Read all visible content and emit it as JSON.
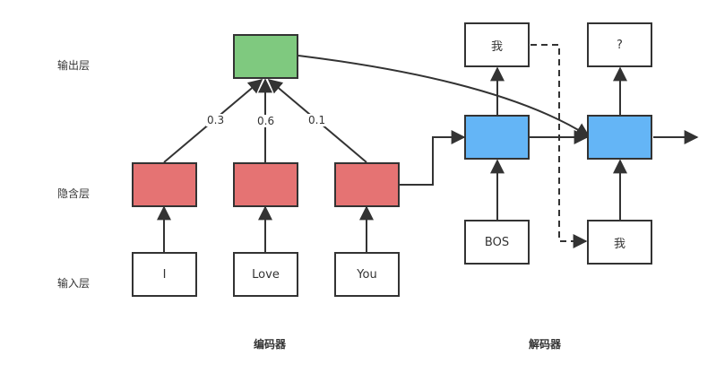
{
  "layer_labels": {
    "output": "输出层",
    "hidden": "隐含层",
    "input": "输入层"
  },
  "section_labels": {
    "encoder": "编码器",
    "decoder": "解码器"
  },
  "encoder": {
    "inputs": [
      "I",
      "Love",
      "You"
    ],
    "weights": [
      "0.3",
      "0.6",
      "0.1"
    ]
  },
  "decoder": {
    "outputs": [
      "我",
      "?"
    ],
    "inputs": [
      "BOS",
      "我"
    ]
  },
  "colors": {
    "output_layer": "#7fc97f",
    "encoder_hidden": "#e57373",
    "decoder_hidden": "#64b5f6",
    "border": "#333333"
  }
}
